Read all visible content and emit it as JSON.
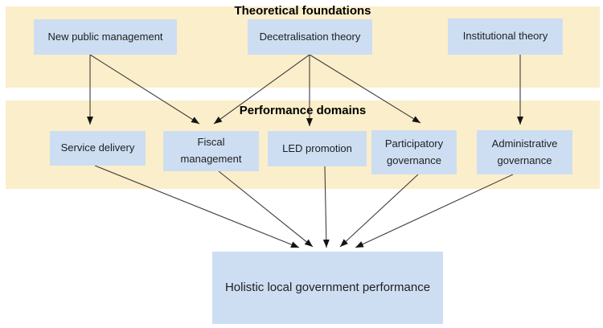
{
  "diagram": {
    "bands": {
      "theoretical": {
        "title": "Theoretical foundations"
      },
      "performance": {
        "title": "Performance domains"
      }
    },
    "theoretical_foundations": [
      {
        "label": "New public management"
      },
      {
        "label": "Decetralisation theory"
      },
      {
        "label": "Institutional theory"
      }
    ],
    "performance_domains": [
      {
        "label": "Service delivery"
      },
      {
        "label": "Fiscal management"
      },
      {
        "label": "LED promotion"
      },
      {
        "label": "Participatory governance"
      },
      {
        "label": "Administrative governance"
      }
    ],
    "outcome": {
      "label": "Holistic local government performance"
    },
    "colors": {
      "band_fill": "#fbeeca",
      "node_fill": "#cddef2",
      "arrow": "#3d3d3d",
      "text": "#1f1f1f"
    }
  }
}
